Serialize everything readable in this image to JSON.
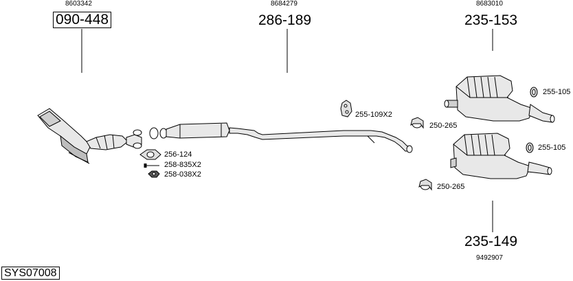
{
  "assemblies": [
    {
      "ref": "8603342",
      "part": "090-448"
    },
    {
      "ref": "8684279",
      "part": "286-189"
    },
    {
      "ref": "8683010",
      "part": "235-153"
    },
    {
      "ref": "9492907",
      "part": "235-149"
    }
  ],
  "fittings": [
    {
      "part": "256-124"
    },
    {
      "part": "258-835X2"
    },
    {
      "part": "258-038X2"
    },
    {
      "part": "255-109X2"
    },
    {
      "part": "250-265"
    },
    {
      "part": "255-105"
    },
    {
      "part": "255-105"
    },
    {
      "part": "250-265"
    }
  ],
  "system_code": "SYS07008"
}
